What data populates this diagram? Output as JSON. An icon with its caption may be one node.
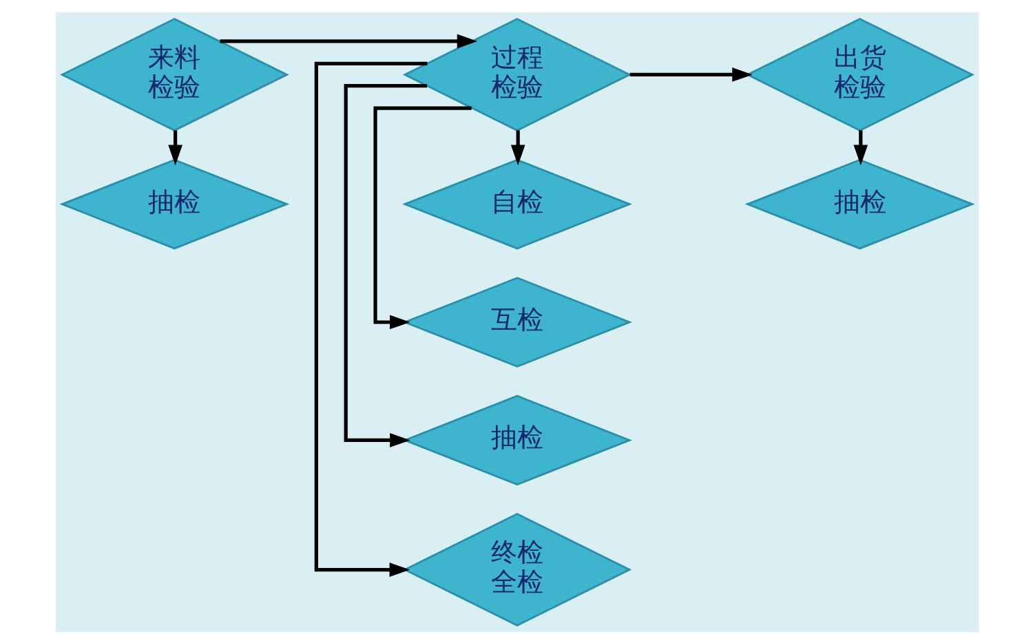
{
  "diagram": {
    "nodes": [
      {
        "text": [
          "来料检验"
        ]
      },
      {
        "text": [
          "抽检"
        ]
      },
      {
        "text": [
          "过程检验"
        ]
      },
      {
        "text": [
          "自检"
        ]
      },
      {
        "text": [
          "互检"
        ]
      },
      {
        "text": [
          "抽检"
        ]
      },
      {
        "text": [
          "终检全检"
        ]
      },
      {
        "text": [
          "出货检验"
        ]
      },
      {
        "text": [
          "抽检"
        ]
      }
    ],
    "edges": [
      {
        "from": 0,
        "to": 1,
        "arrow": "to"
      },
      {
        "from": 0,
        "to": 2,
        "arrow": "to"
      },
      {
        "from": 2,
        "to": 3,
        "arrow": "to"
      },
      {
        "from": 2,
        "to": 4,
        "arrow": "to"
      },
      {
        "from": 2,
        "to": 5,
        "arrow": "to"
      },
      {
        "from": 2,
        "to": 6,
        "arrow": "to"
      },
      {
        "from": 2,
        "to": 7,
        "arrow": "to"
      },
      {
        "from": 7,
        "to": 8,
        "arrow": "to"
      }
    ]
  }
}
